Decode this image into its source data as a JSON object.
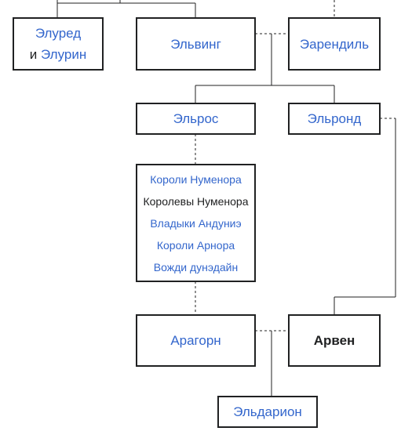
{
  "tree": {
    "elured_line1": "Элуред",
    "elured_line2_prefix": "и",
    "elured_line2_link": "Элурин",
    "elwing": "Эльвинг",
    "earendil": "Эарендиль",
    "elros": "Эльрос",
    "elrond": "Эльронд",
    "lineage": [
      "Короли Нуменора",
      "Королевы Нуменора",
      "Владыки Андуниэ",
      "Короли Арнора",
      "Вожди дунэдайн"
    ],
    "aragorn": "Арагорн",
    "arwen": "Арвен",
    "eldarion": "Эльдарион"
  },
  "colors": {
    "link": "#3366cc",
    "text": "#202122",
    "line": "#202122"
  }
}
